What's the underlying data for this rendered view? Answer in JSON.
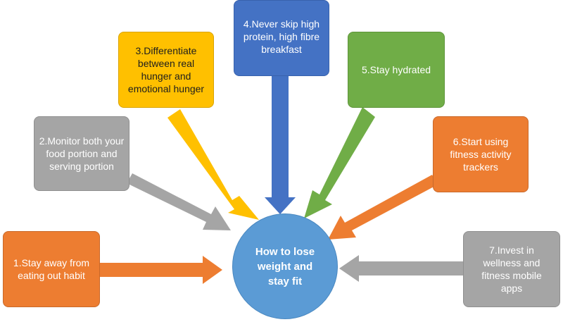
{
  "center": {
    "label": "How to lose weight and stay fit"
  },
  "tips": [
    {
      "label": "1.Stay away from eating out habit",
      "color": "#ED7D31"
    },
    {
      "label": "2.Monitor both your food portion and serving portion",
      "color": "#A5A5A5"
    },
    {
      "label": "3.Differentiate between real hunger and emotional hunger",
      "color": "#FFC000"
    },
    {
      "label": "4.Never skip high protein, high fibre breakfast",
      "color": "#4472C4"
    },
    {
      "label": "5.Stay hydrated",
      "color": "#70AD47"
    },
    {
      "label": "6.Start using fitness activity trackers",
      "color": "#ED7D31"
    },
    {
      "label": "7.Invest in wellness and fitness mobile apps",
      "color": "#A5A5A5"
    }
  ]
}
